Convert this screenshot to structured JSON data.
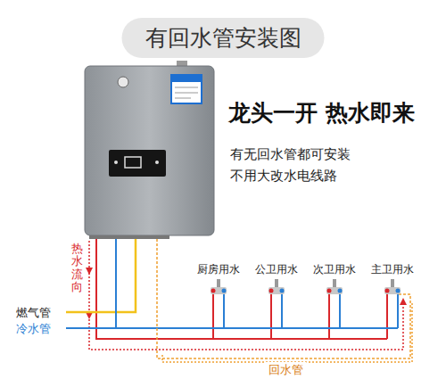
{
  "diagram": {
    "title": "有回水管安装图",
    "labels": [
      "龙头一开 热水即来",
      "有无回水管都可安装",
      "不用大改水电线路",
      "热水流向",
      "燃气管",
      "冷水管",
      "厨房用水",
      "公卫用水",
      "次卫用水",
      "主卫用水",
      "回水管"
    ]
  }
}
